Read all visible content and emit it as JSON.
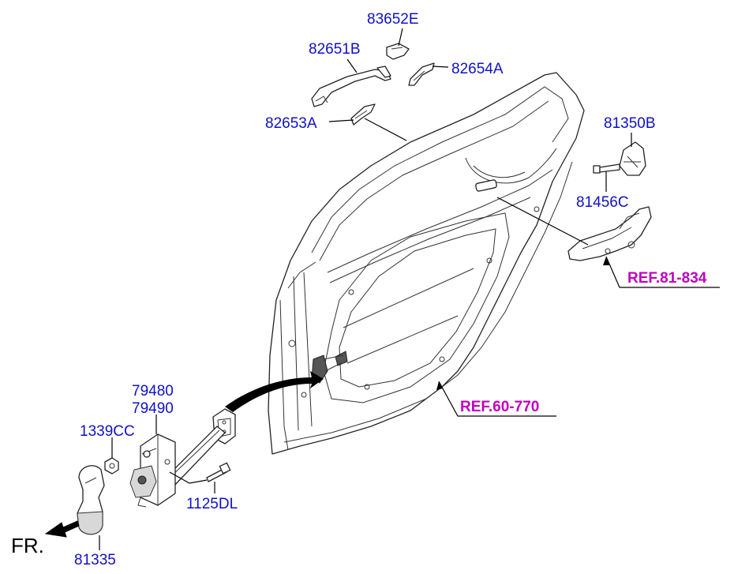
{
  "labels": {
    "p83652E": "83652E",
    "p82651B": "82651B",
    "p82654A": "82654A",
    "p82653A": "82653A",
    "p81350B": "81350B",
    "p81456C": "81456C",
    "ref81834": "REF.81-834",
    "ref60770": "REF.60-770",
    "p79480": "79480",
    "p79490": "79490",
    "p1339CC": "1339CC",
    "p1125DL": "1125DL",
    "p81335": "81335",
    "fr": "FR."
  },
  "colors": {
    "part_number": "#1010c8",
    "reference": "#c000c0",
    "line": "#000000"
  }
}
